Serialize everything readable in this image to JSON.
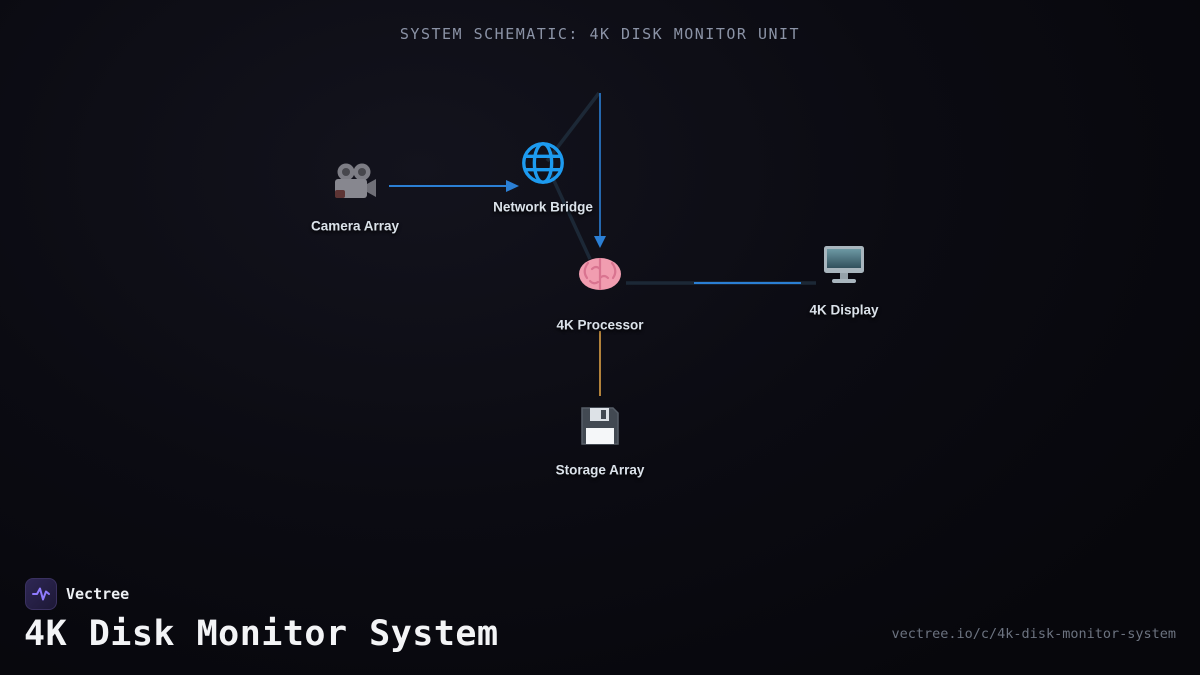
{
  "header": {
    "title": "SYSTEM SCHEMATIC: 4K DISK MONITOR UNIT"
  },
  "diagram": {
    "nodes": [
      {
        "id": "camera",
        "label": "Camera Array",
        "icon": "movie-camera-icon"
      },
      {
        "id": "network",
        "label": "Network Bridge",
        "icon": "globe-icon"
      },
      {
        "id": "processor",
        "label": "4K Processor",
        "icon": "brain-icon"
      },
      {
        "id": "display",
        "label": "4K Display",
        "icon": "monitor-icon"
      },
      {
        "id": "storage",
        "label": "Storage Array",
        "icon": "floppy-disk-icon"
      }
    ]
  },
  "footer": {
    "brand": "Vectree",
    "title": "4K Disk Monitor System",
    "url": "vectree.io/c/4k-disk-monitor-system"
  },
  "colors": {
    "background": "#0b0b12",
    "edge_blue": "#2b7fd4",
    "edge_dark": "#1c2836",
    "edge_amber": "#dc9f45",
    "label_text": "#dbe2ea",
    "title_text": "#8b93a6",
    "url_text": "#6c7380",
    "brand_accent": "#8f7bff"
  }
}
